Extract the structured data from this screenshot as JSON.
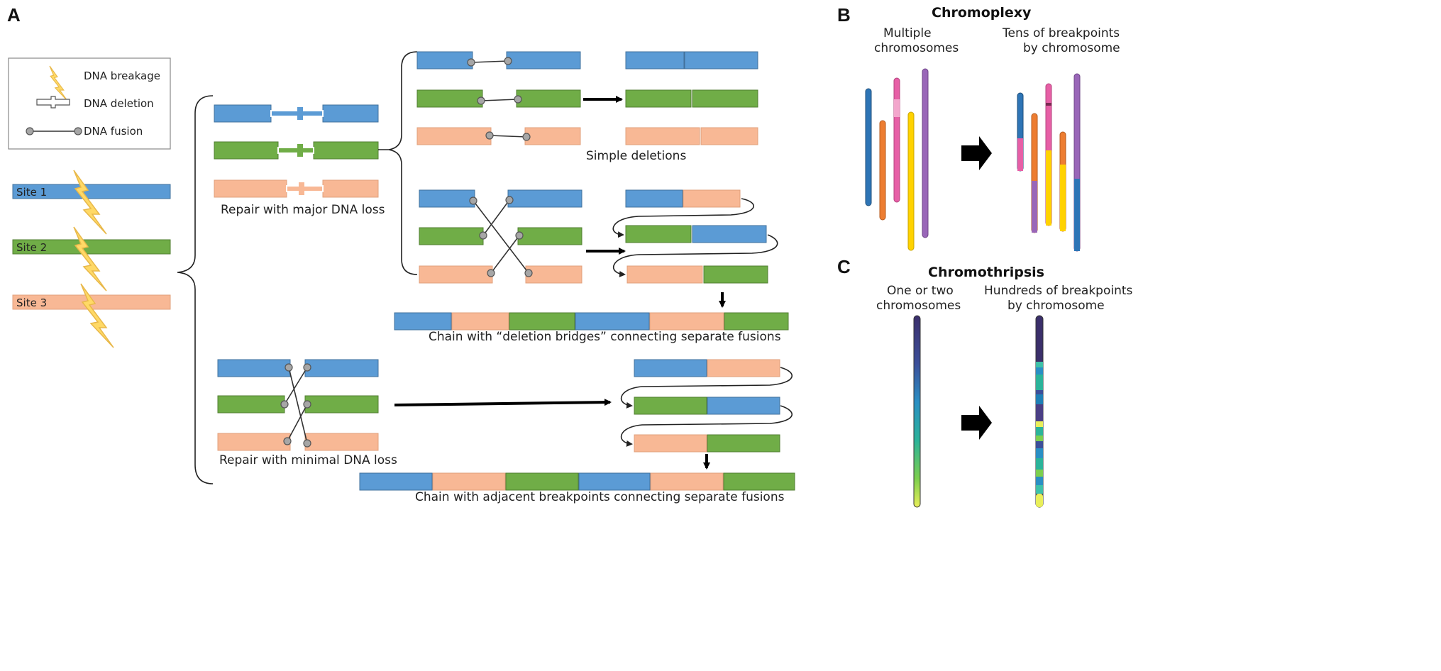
{
  "panels": {
    "a": "A",
    "b": "B",
    "c": "C"
  },
  "legend": {
    "breakage": "DNA breakage",
    "deletion": "DNA deletion",
    "fusion": "DNA fusion"
  },
  "sites": [
    "Site 1",
    "Site 2",
    "Site 3"
  ],
  "captions": {
    "major_loss": "Repair with major DNA loss",
    "simple_deletions": "Simple deletions",
    "chain_deletion": "Chain with “deletion  bridges” connecting separate fusions",
    "minimal_loss": "Repair with minimal DNA loss",
    "chain_adjacent": "Chain with adjacent breakpoints connecting separate fusions"
  },
  "chromoplexy": {
    "title": "Chromoplexy",
    "left_label_1": "Multiple",
    "left_label_2": "chromosomes",
    "right_label_1": "Tens of breakpoints",
    "right_label_2": "by chromosome"
  },
  "chromothripsis": {
    "title": "Chromothripsis",
    "left_label_1": "One or two",
    "left_label_2": "chromosomes",
    "right_label_1": "Hundreds of breakpoints",
    "right_label_2": "by chromosome"
  },
  "colors": {
    "blue": "#5b9bd5",
    "green": "#70ad47",
    "salmon": "#f8b895",
    "bolt": "#ffd966"
  }
}
